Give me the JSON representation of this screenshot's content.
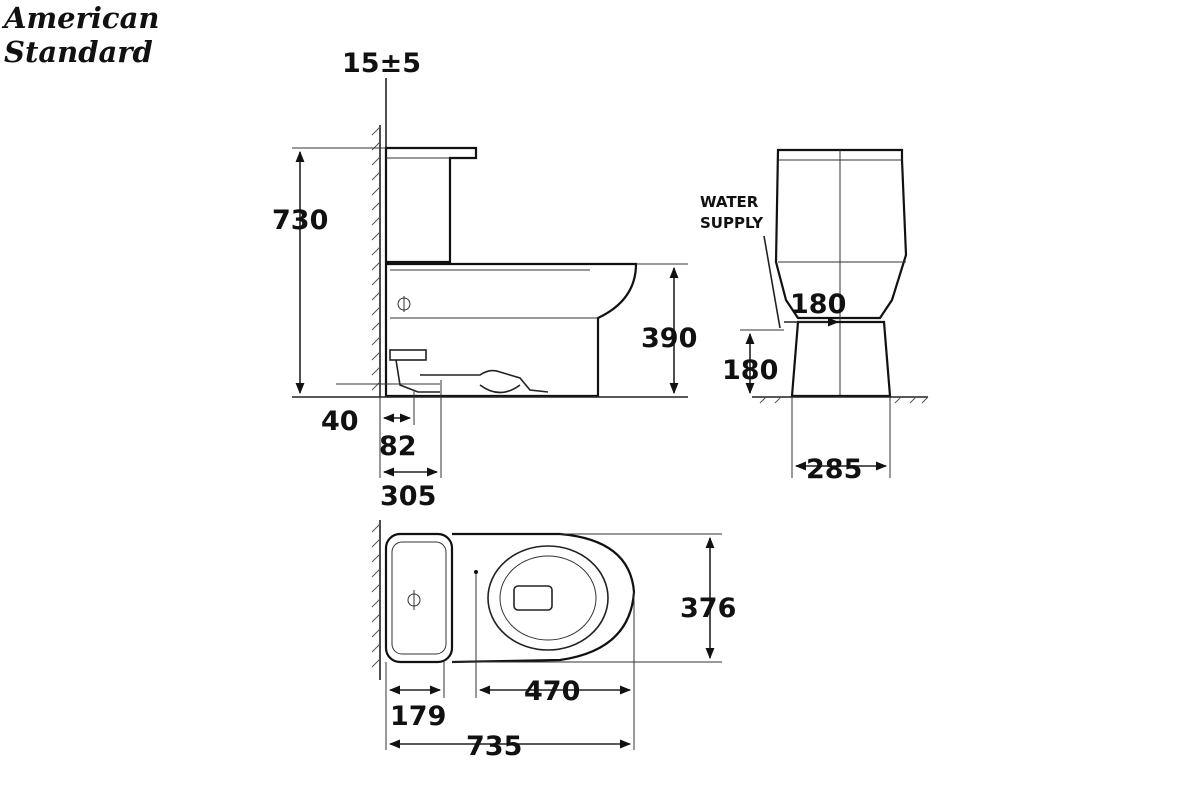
{
  "brand": {
    "line1": "American",
    "line2": "Standard"
  },
  "labels": {
    "water_supply_1": "WATER",
    "water_supply_2": "SUPPLY"
  },
  "dimensions": {
    "wall_gap": "15±5",
    "total_height": "730",
    "seat_height": "390",
    "floor_40": "40",
    "outlet_82": "82",
    "rough_in": "305",
    "front_180_upper": "180",
    "front_180_lower": "180",
    "base_width": "285",
    "plan_width": "376",
    "plan_470": "470",
    "plan_179": "179",
    "plan_length": "735"
  },
  "colors": {
    "ink": "#111111",
    "background": "#ffffff"
  }
}
